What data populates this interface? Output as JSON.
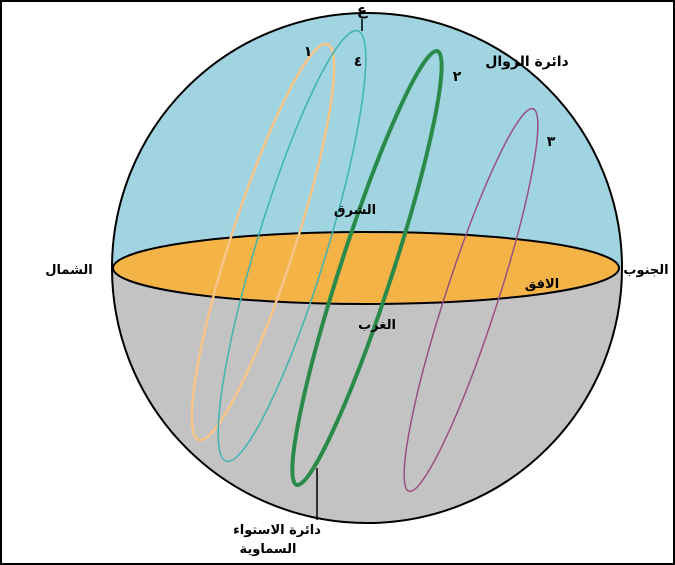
{
  "labels": {
    "zenith": "ع",
    "meridian": "دائرة الزوال",
    "north": "الشمال",
    "south": "الجنوب",
    "east": "الشرق",
    "west": "الغرب",
    "horizon": "الافق",
    "celestial_equator_line1": "دائرة الاستواء",
    "celestial_equator_line2": "السماوية",
    "path_1": "١",
    "path_2": "٢",
    "path_3": "٣",
    "path_4": "٤"
  },
  "colors": {
    "sky": "#9fd4e0",
    "ground": "#c3c3c3",
    "horizon_plane": "#f3b347",
    "path_1": "#f8c588",
    "path_2": "#2a8a4a",
    "path_3": "#9a4f83",
    "path_4": "#3fb4b0",
    "outline": "#000000"
  }
}
